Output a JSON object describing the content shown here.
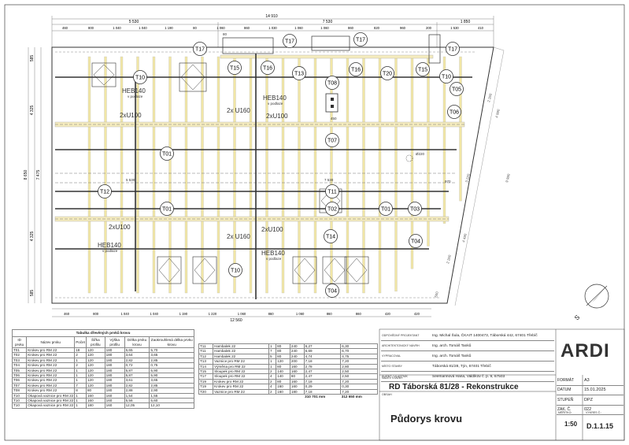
{
  "drawing": {
    "dims_top_total": "14 910",
    "dims_top_main": [
      "5 530",
      "7 530",
      "1 850"
    ],
    "dims_top_parts": [
      "460",
      "800",
      "1 040",
      "1 040",
      "1 190",
      "80",
      "1 060",
      "860",
      "1 030",
      "1 060",
      "1 060",
      "860",
      "820",
      "960",
      "200",
      "1 530",
      "410"
    ],
    "dims_bottom_total": "12 560",
    "dims_bottom_parts": [
      "460",
      "800",
      "1 040",
      "1 040",
      "1 190",
      "1 220",
      "1 060",
      "860",
      "1 060",
      "860",
      "860",
      "420",
      "420"
    ],
    "dims_left": [
      "585",
      "4 325",
      "7 475",
      "8 650",
      "4 325",
      "585"
    ],
    "dims_right": [
      "2 260",
      "4 990",
      "9 990",
      "3 220",
      "4 490",
      "2 260",
      "500"
    ],
    "misc_dims": [
      "5 530",
      "7 530",
      "80",
      "450",
      "970",
      "Ø220"
    ],
    "labels": {
      "heb1": "HEB140",
      "heb1_sub": "v podlaze",
      "heb2": "HEB140",
      "heb2_sub": "v podlaze",
      "heb3": "HEB140",
      "heb3_sub": "v podlaze",
      "heb4": "HEB140",
      "heb4_sub": "v podlaze",
      "u1": "2xU100",
      "u2": "2x U160",
      "u3": "2xU100",
      "u4": "2xU100",
      "u5": "2x U160",
      "u6": "2xU100"
    },
    "tags": [
      "T17",
      "T17",
      "T17",
      "T17",
      "T10",
      "T15",
      "T16",
      "T13",
      "T16",
      "T20",
      "T15",
      "T10",
      "T08",
      "T05",
      "T06",
      "T07",
      "T01",
      "T12",
      "T01",
      "T11",
      "T02",
      "T01",
      "T03",
      "T04",
      "T14",
      "T10",
      "T04"
    ]
  },
  "table_left": {
    "title": "Tabulka dřevěných prvků krovu",
    "headers": [
      "ID prvku",
      "Název prvku",
      "Počet",
      "Šířka profilu",
      "Výška profilu",
      "Délka prvku krovu",
      "Zaokrouhlená délka prvku krovu"
    ],
    "rows": [
      [
        "T01",
        "Krokev pro RM 22",
        "18",
        "120",
        "180",
        "5,65",
        "5,70"
      ],
      [
        "T02",
        "Krokev pro RM 22",
        "2",
        "120",
        "180",
        "3,64",
        "3,65"
      ],
      [
        "T03",
        "Krokev pro RM 22",
        "1",
        "120",
        "180",
        "2,82",
        "2,85"
      ],
      [
        "T04",
        "Krokev pro RM 22",
        "2",
        "120",
        "180",
        "0,72",
        "0,75"
      ],
      [
        "T05",
        "Krokev pro RM 22",
        "1",
        "120",
        "180",
        "5,87",
        "5,90"
      ],
      [
        "T06",
        "Krokev pro RM 22",
        "1",
        "120",
        "180",
        "5,87",
        "5,90"
      ],
      [
        "T06",
        "Krokev pro RM 22",
        "1",
        "120",
        "180",
        "3,61",
        "3,65"
      ],
      [
        "T07",
        "Krokev pro RM 22",
        "7",
        "120",
        "180",
        "2,82",
        "2,85"
      ],
      [
        "T08",
        "Krokev pro RM 22",
        "8",
        "80",
        "180",
        "2,88",
        "2,90"
      ],
      [
        "T10",
        "Okapová vaznice pro RM 22",
        "1",
        "160",
        "160",
        "1,54",
        "1,55"
      ],
      [
        "T10",
        "Okapová vaznice pro RM 22",
        "1",
        "160",
        "160",
        "5,56",
        "5,60"
      ],
      [
        "T10",
        "Okapová vaznice pro RM 22",
        "1",
        "180",
        "160",
        "12,05",
        "12,10"
      ]
    ]
  },
  "table_right": {
    "rows": [
      [
        "T11",
        "Hambalek 22",
        "1",
        "80",
        "240",
        "6,27",
        "6,30"
      ],
      [
        "T11",
        "Hambalek 22",
        "7",
        "80",
        "240",
        "6,69",
        "6,70"
      ],
      [
        "T12",
        "Hambalek 22",
        "5",
        "80",
        "240",
        "4,74",
        "4,75"
      ],
      [
        "T13",
        "Vaznice pro RM 22",
        "1",
        "120",
        "200",
        "7,18",
        "7,20"
      ],
      [
        "T14",
        "Výměna pro RM 22",
        "1",
        "80",
        "160",
        "2,78",
        "2,80"
      ],
      [
        "T15",
        "Sloupek pro RM 22",
        "2",
        "140",
        "160",
        "2,47",
        "2,50"
      ],
      [
        "T17",
        "Sloupek pro RM 22",
        "4",
        "140",
        "80",
        "2,47",
        "2,50"
      ],
      [
        "T19",
        "Krokev pro RM 22",
        "2",
        "80",
        "160",
        "7,18",
        "7,20"
      ],
      [
        "T19",
        "Krokev pro RM 22",
        "4",
        "160",
        "160",
        "0,29",
        "0,30"
      ],
      [
        "T20",
        "Vaznice pro RM 22",
        "2",
        "160",
        "180",
        "7,18",
        "7,20"
      ]
    ],
    "total1": "310 701 mm",
    "total2": "312 650 mm"
  },
  "title_block": {
    "rows": [
      {
        "label": "ODPOVĚDNÝ PROJEKTANT",
        "value": "Ing. Michal Šula, ČKAIT 1400473, Táborská 442, 67401 Třebíč"
      },
      {
        "label": "ARCHITEKTONICKÝ NÁVRH",
        "value": "Ing. arch. Tomáš Tanků"
      },
      {
        "label": "VYPRACOVAL",
        "value": "Ing. arch. Tomáš Tanků"
      },
      {
        "label": "MÍSTO STAVBY",
        "value": "Táborská 81/28, Týn, 67401 Třebíč"
      },
      {
        "label": "KLIENT / VLASTNÍK",
        "value": "Seemannová Hana, Valdíkov č. p. 9, 67503"
      }
    ],
    "logo": "ARDI",
    "nazev_label": "NÁZEV STAVBY",
    "project": "RD Táborská 81/28 - Rekonstrukce",
    "obsah_label": "OBSAH",
    "drawing_title": "Půdorys krovu",
    "meta": [
      {
        "label": "FORMÁT",
        "value": "A3"
      },
      {
        "label": "DATUM",
        "value": "15.01.2025"
      },
      {
        "label": "STUPEŇ",
        "value": "DPZ"
      },
      {
        "label": "ZAK. Č.",
        "value": "022"
      }
    ],
    "meritko_label": "MĚŘÍTKO:",
    "meritko": "1:50",
    "vykres_label": "VÝKRES Č.:",
    "vykres": "D.1.1.15"
  },
  "north_label": "S"
}
